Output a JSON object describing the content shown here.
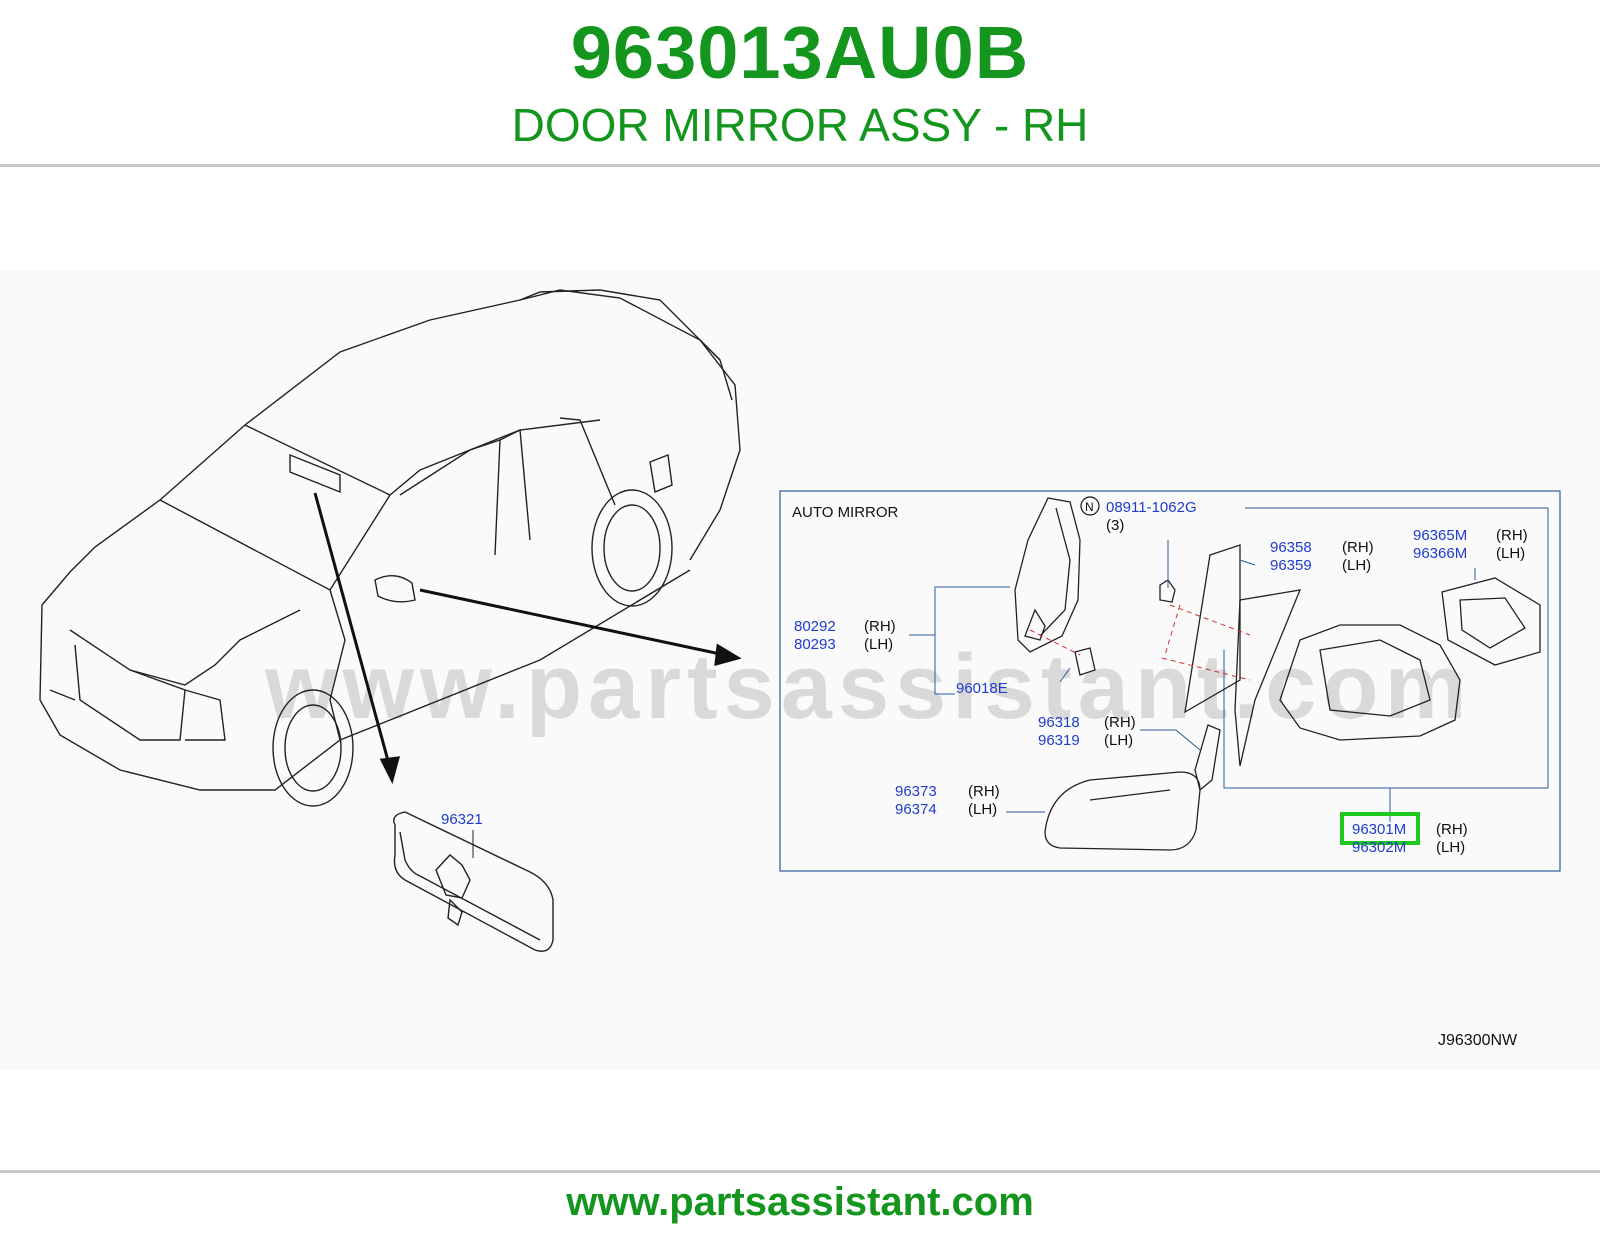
{
  "header": {
    "part_number": "963013AU0B",
    "part_name": "DOOR MIRROR ASSY - RH"
  },
  "diagram": {
    "section_label": "AUTO   MIRROR",
    "watermark": "www.partsassistant.com",
    "drawing_code": "J96300NW",
    "nut_symbol": "N",
    "callouts": {
      "c08911": {
        "pn": "08911-1062G",
        "qty": "(3)"
      },
      "c80292": {
        "pn": "80292",
        "side": "(RH)"
      },
      "c80293": {
        "pn": "80293",
        "side": "(LH)"
      },
      "c96018E": {
        "pn": "96018E"
      },
      "c96358": {
        "pn": "96358",
        "side": "(RH)"
      },
      "c96359": {
        "pn": "96359",
        "side": "(LH)"
      },
      "c96365M": {
        "pn": "96365M",
        "side": "(RH)"
      },
      "c96366M": {
        "pn": "96366M",
        "side": "(LH)"
      },
      "c96318": {
        "pn": "96318",
        "side": "(RH)"
      },
      "c96319": {
        "pn": "96319",
        "side": "(LH)"
      },
      "c96373": {
        "pn": "96373",
        "side": "(RH)"
      },
      "c96374": {
        "pn": "96374",
        "side": "(LH)"
      },
      "c96301M": {
        "pn": "96301M",
        "side": "(RH)"
      },
      "c96302M": {
        "pn": "96302M",
        "side": "(LH)"
      },
      "c96321": {
        "pn": "96321"
      }
    },
    "highlight_color": "#1ec81e"
  },
  "footer": {
    "url": "www.partsassistant.com"
  }
}
